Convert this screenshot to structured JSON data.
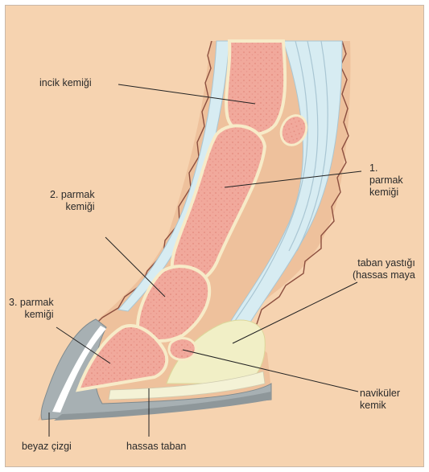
{
  "labels": {
    "incik": "incik kemiği",
    "parmak1": "1.\nparmak\nkemiği",
    "parmak2": "2. parmak\nkemiği",
    "taban_yastigi": "taban yastığı\n(hassas maya",
    "parmak3": "3. parmak\nkemiği",
    "navikuler": "naviküler\nkemik",
    "beyaz_cizgi": "beyaz çizgi",
    "hassas_taban": "hassas taban"
  },
  "colors": {
    "background": "#f6d3b0",
    "skin": "#eec19c",
    "bone": "#f1a99c",
    "bone_outline": "#f7ebc8",
    "tendon": "#d7ecf2",
    "tendon_line": "#a9c6d3",
    "hoof_wall": "#a7b0b3",
    "sole": "#9ba3a6",
    "pad": "#f1efc6",
    "hair": "#8c4f3f",
    "leader": "#222222"
  }
}
